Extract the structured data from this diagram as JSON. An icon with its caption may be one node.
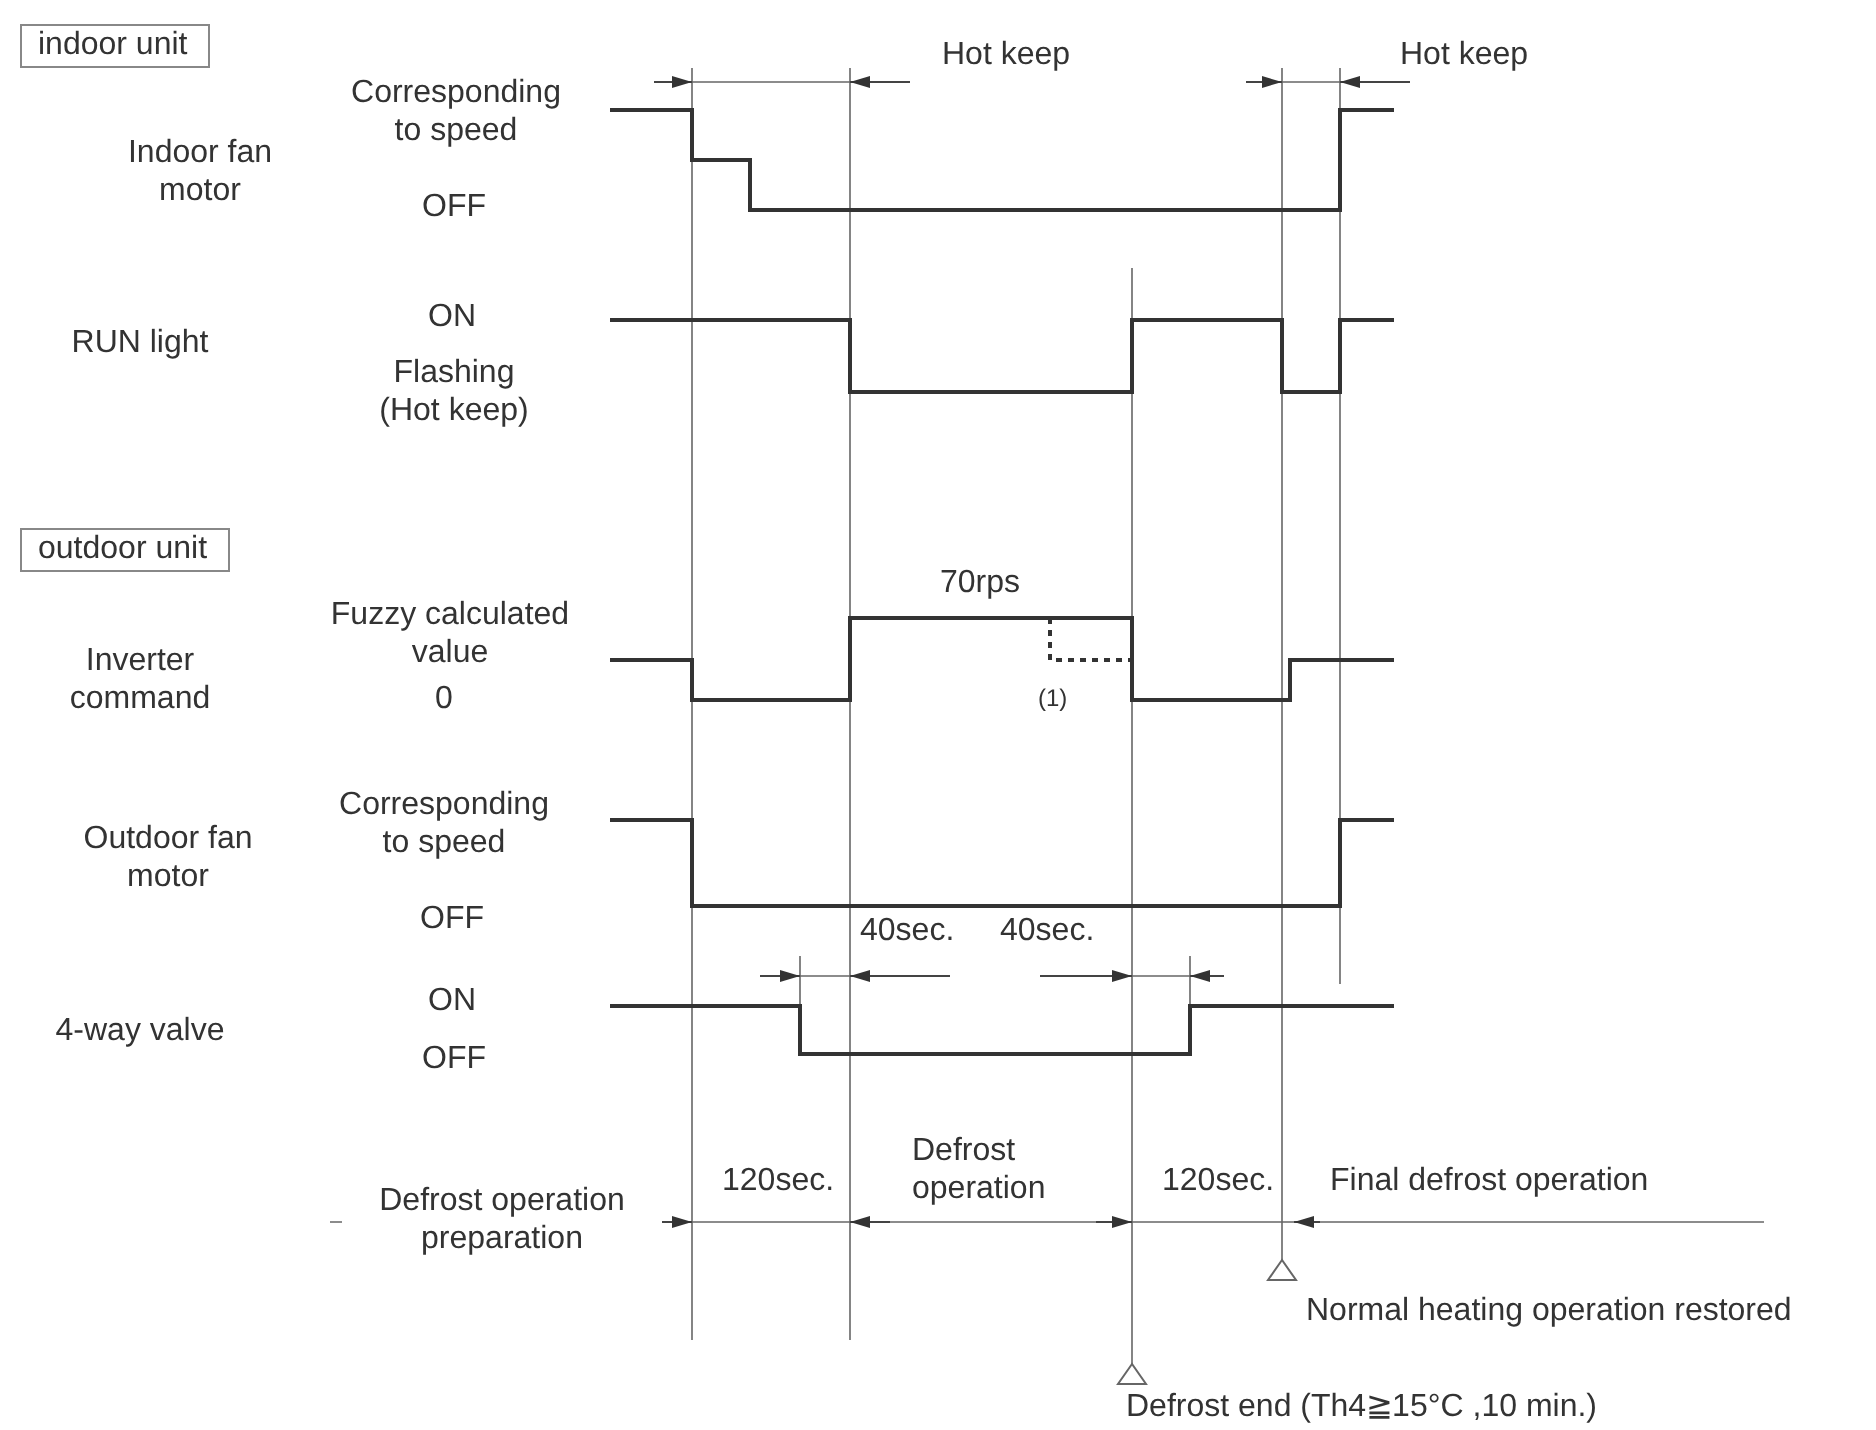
{
  "diagram": {
    "nodes": [
      {
        "text": [
          "indoor unit"
        ]
      },
      {
        "text": [
          "outdoor unit"
        ]
      }
    ],
    "labels": [
      "Hot keep",
      "Hot keep",
      "Corresponding to speed",
      "Indoor fan motor",
      "OFF",
      "ON",
      "RUN light",
      "Flashing (Hot keep)",
      "70rps",
      "Fuzzy calculated value",
      "Inverter command",
      "0",
      "(1)",
      "Corresponding to speed",
      "Outdoor fan motor",
      "OFF",
      "40sec.",
      "40sec.",
      "ON",
      "4-way valve",
      "OFF",
      "Defrost operation",
      "120sec.",
      "120sec.",
      "Final defrost operation",
      "Defrost operation preparation",
      "Normal heating operation restored",
      "Defrost end (Th4≧15°C ,10 min.)"
    ]
  }
}
